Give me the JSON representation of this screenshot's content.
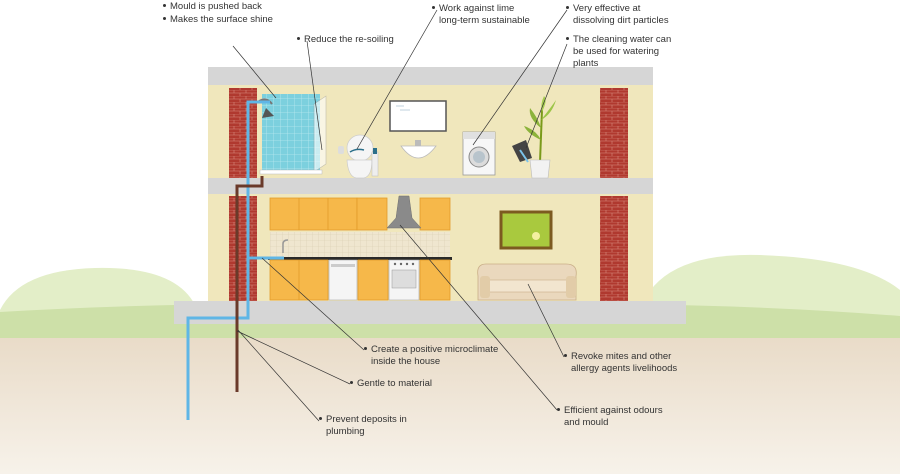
{
  "colors": {
    "wall": "#f0e7bc",
    "slab": "#d6d6d6",
    "brick": "#b0392f",
    "soil": "#f0e6d8",
    "grass": "#cde0a8",
    "hill": "#e3eec8",
    "cabinet": "#f6b84a",
    "water": "#5fb6e6",
    "drain": "#6a3a2a",
    "sofa": "#ead8bd",
    "picture": "#a9c93e"
  },
  "labels": {
    "mould_pushed": "Mould is pushed back",
    "surface_shine": "Makes the surface shine",
    "reduce_resoiling": "Reduce the re-soiling",
    "lime_line1": "Work against lime",
    "lime_line2": "long-term sustainable",
    "dirt_line1": "Very effective at",
    "dirt_line2": "dissolving dirt particles",
    "water_line1": "The cleaning water can",
    "water_line2": "be used for watering",
    "water_line3": "plants",
    "microclimate_line1": "Create a positive microclimate",
    "microclimate_line2": "inside the house",
    "gentle": "Gentle to material",
    "deposits_line1": "Prevent deposits in",
    "deposits_line2": "plumbing",
    "mites_line1": "Revoke mites and other",
    "mites_line2": "allergy agents livelihoods",
    "odours_line1": "Efficient against odours",
    "odours_line2": "and mould"
  }
}
